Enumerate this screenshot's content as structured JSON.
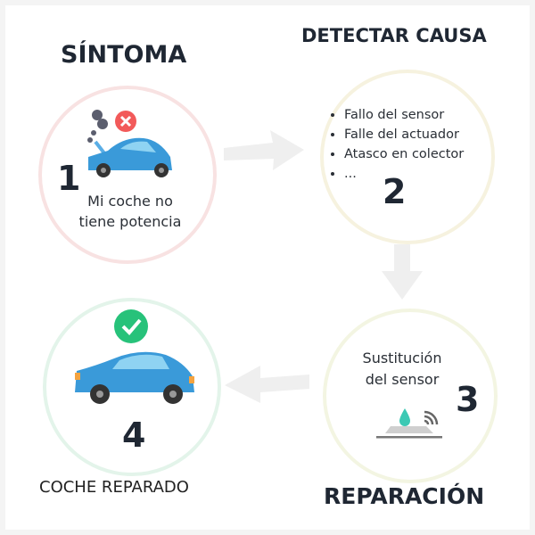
{
  "steps": [
    {
      "number": "1",
      "title": "SÍNTOMA",
      "text_line1": "Mi coche no",
      "text_line2": "tiene potencia",
      "icon": "broken-car-icon",
      "ring_color": "#f8e2e2"
    },
    {
      "number": "2",
      "title": "DETECTAR CAUSA",
      "causes": [
        "Fallo del sensor",
        "Falle del actuador",
        "Atasco en colector",
        "..."
      ],
      "ring_color": "#f6f2df"
    },
    {
      "number": "3",
      "title": "REPARACIÓN",
      "text_line1": "Sustitución",
      "text_line2": "del sensor",
      "icon": "sensor-icon",
      "ring_color": "#f3f5e2"
    },
    {
      "number": "4",
      "title": "COCHE REPARADO",
      "icon": "repaired-car-icon",
      "ring_color": "#e3f4ea"
    }
  ],
  "colors": {
    "car": "#3a9ad9",
    "error": "#f25a5a",
    "ok": "#27c27a",
    "water": "#3cc9b4",
    "arrow": "#eeeeee"
  }
}
